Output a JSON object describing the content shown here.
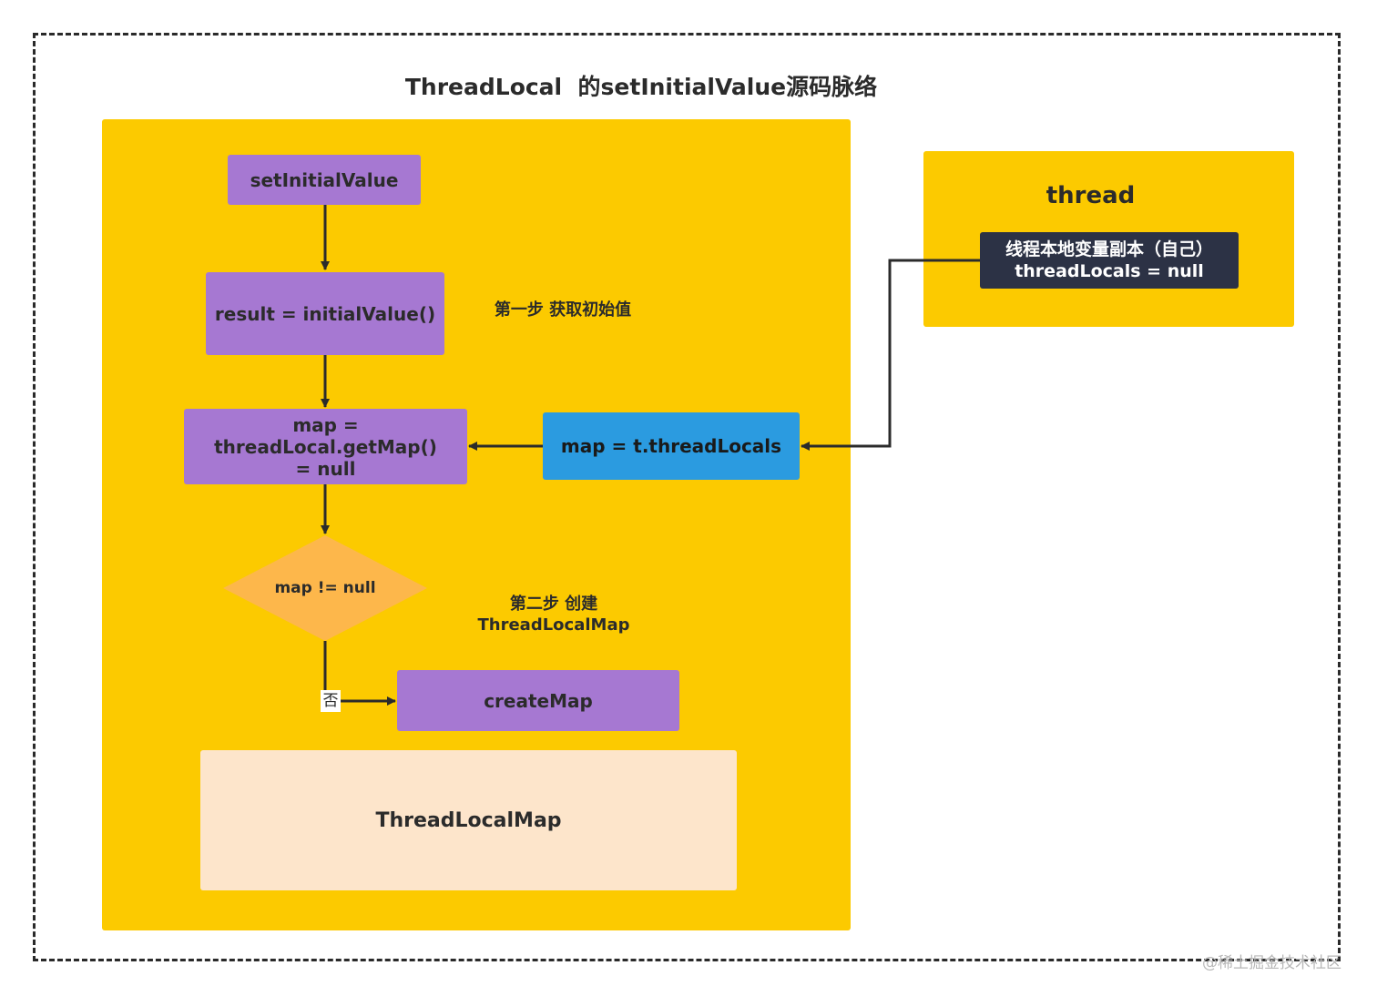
{
  "title": "ThreadLocal  的setInitialValue源码脉络",
  "nodes": {
    "set_initial_value": "setInitialValue",
    "result_initial_value": "result = initialValue()",
    "map_get": [
      "map =",
      "threadLocal.getMap()",
      "= null"
    ],
    "map_thread_locals": "map = t.threadLocals",
    "decision": "map  != null",
    "create_map": "createMap",
    "thread_local_map": "ThreadLocalMap"
  },
  "thread": {
    "title": "thread",
    "box_line1": "线程本地变量副本（自己）",
    "box_line2": "threadLocals = null"
  },
  "annotations": {
    "step1": "第一步 获取初始值",
    "step2_line1": "第二步 创建",
    "step2_line2": "ThreadLocalMap",
    "no": "否"
  },
  "watermark": "@稀土掘金技术社区",
  "colors": {
    "yellow": "#fcca00",
    "purple": "#a678d2",
    "blue": "#2b9be0",
    "diamond": "#fdb74b",
    "peach": "#fde5cb",
    "dark_box": "#2c3245"
  }
}
